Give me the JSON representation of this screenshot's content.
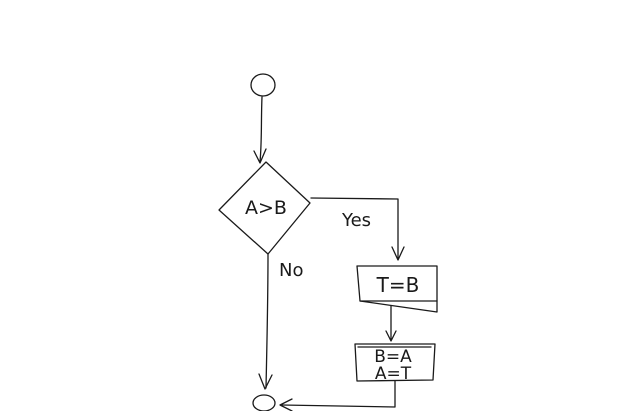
{
  "flowchart": {
    "start_node": {
      "shape": "circle"
    },
    "decision": {
      "label": "A>B"
    },
    "branches": {
      "yes_label": "Yes",
      "no_label": "No"
    },
    "process_1": {
      "label": "T=B"
    },
    "process_2": {
      "line1": "B=A",
      "line2": "A=T"
    },
    "end_node": {
      "shape": "circle"
    }
  }
}
